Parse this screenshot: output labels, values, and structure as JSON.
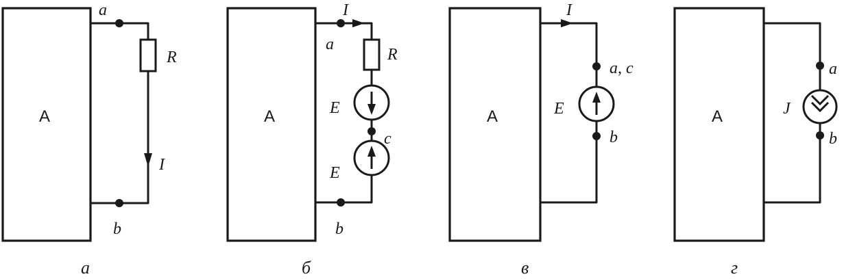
{
  "panels": {
    "a": {
      "block": "A",
      "node_top": "a",
      "node_bottom": "b",
      "resistor": "R",
      "current": "I",
      "caption": "а"
    },
    "b": {
      "block": "A",
      "current": "I",
      "node_a": "a",
      "resistor": "R",
      "emf_upper": "E",
      "node_c": "c",
      "emf_lower": "E",
      "node_b": "b",
      "caption": "б"
    },
    "c": {
      "block": "A",
      "current": "I",
      "node_top": "a, c",
      "emf": "E",
      "node_bottom": "b",
      "caption": "в"
    },
    "d": {
      "block": "A",
      "node_top": "a",
      "source": "J",
      "node_bottom": "b",
      "caption": "г"
    }
  }
}
